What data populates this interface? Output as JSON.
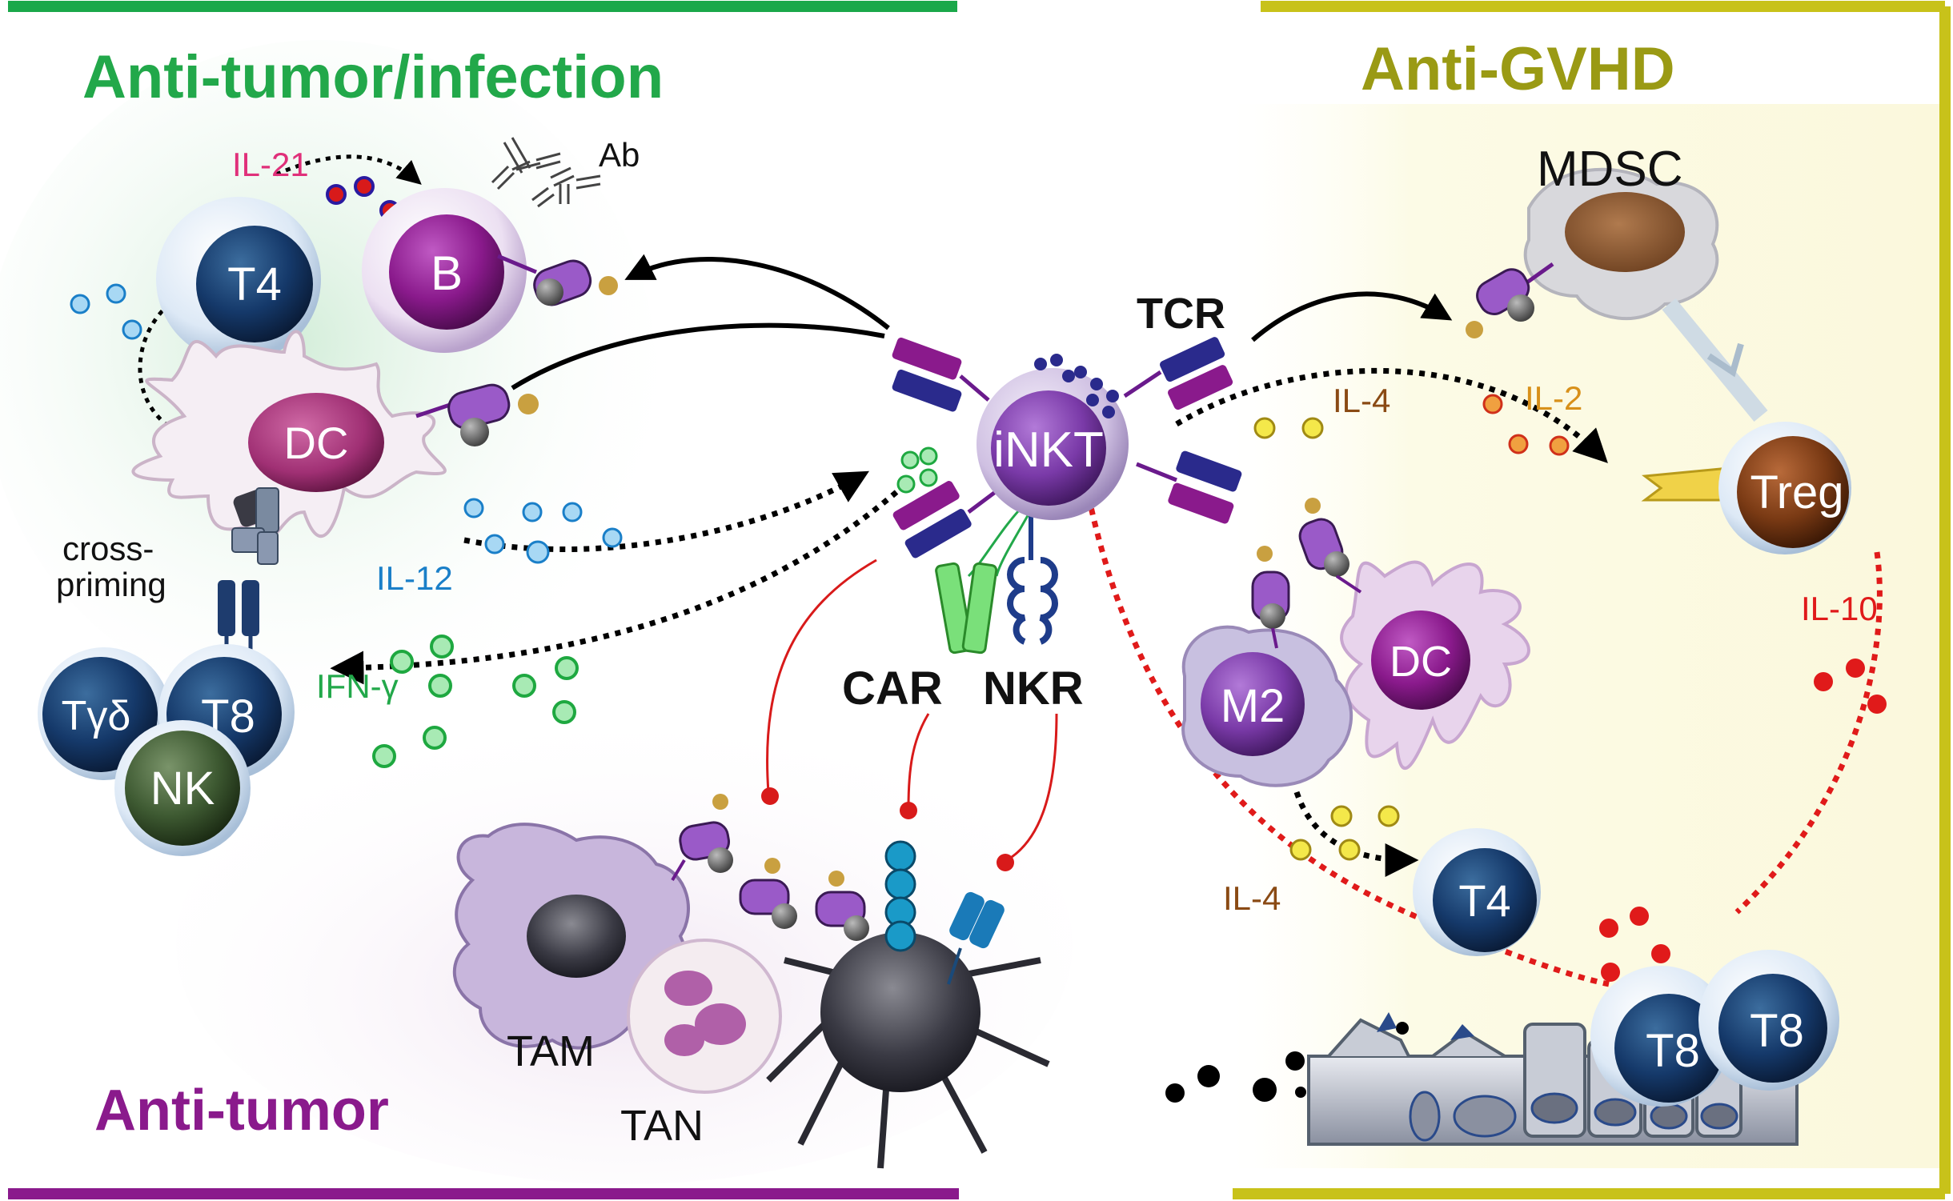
{
  "panels": {
    "top_left_title": "Anti-tumor/infection",
    "top_right_title": "Anti-GVHD",
    "bottom_left_title": "Anti-tumor"
  },
  "cells": {
    "t4_left": "T4",
    "b_cell": "B",
    "dc_left": "DC",
    "t_gamma_delta": "Tγδ",
    "t8_left": "T8",
    "nk": "NK",
    "inkt": "iNKT",
    "mdsc": "MDSC",
    "treg": "Treg",
    "m2": "M2",
    "dc_right": "DC",
    "t4_right": "T4",
    "t8_right_a": "T8",
    "t8_right_b": "T8",
    "tam": "TAM",
    "tan": "TAN"
  },
  "labels": {
    "il21": "IL-21",
    "ab": "Ab",
    "cross_priming_1": "cross-",
    "cross_priming_2": "priming",
    "il12": "IL-12",
    "ifn_gamma": "IFN-γ",
    "tcr": "TCR",
    "car": "CAR",
    "nkr": "NKR",
    "il4_top": "IL-4",
    "il2": "IL-2",
    "il10": "IL-10",
    "il4_bottom": "IL-4"
  },
  "colors": {
    "green_border": "#1aa84a",
    "purple_border": "#8a1a8c",
    "yellow_border": "#c8c21a",
    "green_title": "#22a84a",
    "olive_title": "#9a9a14",
    "purple_title": "#8a1a8c",
    "il21": "#e0307a",
    "il12": "#1a7fc8",
    "ifn": "#22a84a",
    "il4": "#8a4a14",
    "il2": "#d8901a",
    "il10": "#e01a1a",
    "navy_cell": "#14365e",
    "magenta_cell": "#8a1a8c"
  }
}
